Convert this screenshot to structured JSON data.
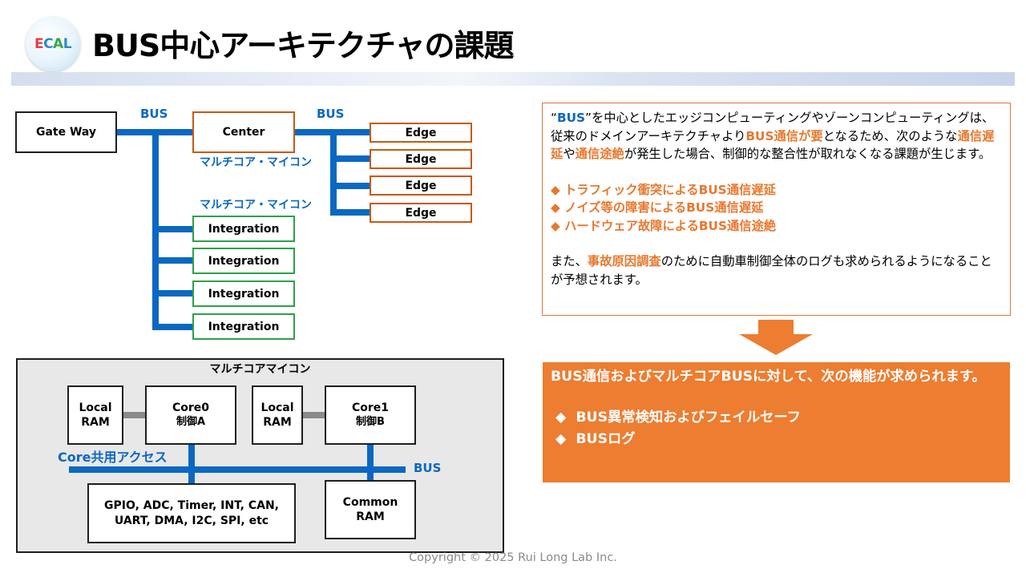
{
  "logo": {
    "letters": [
      "E",
      "C",
      "A",
      "L"
    ],
    "colors": [
      "#e43f3f",
      "#2e88d0",
      "#37a84a",
      "#2e88d0"
    ]
  },
  "slide": {
    "title": "BUS中心アーキテクチャの課題"
  },
  "diagram": {
    "bus_label": "BUS",
    "gateway": "Gate Way",
    "center": "Center",
    "edges": [
      "Edge",
      "Edge",
      "Edge",
      "Edge"
    ],
    "multicore_label": "マルチコア・マイコン",
    "integrations": [
      "Integration",
      "Integration",
      "Integration",
      "Integration"
    ]
  },
  "multicore": {
    "title": "マルチコアマイコン",
    "local_ram": "Local RAM",
    "core0": {
      "name": "Core0",
      "sub": "制御A"
    },
    "core1": {
      "name": "Core1",
      "sub": "制御B"
    },
    "core_shared_access": "Core共用アクセス",
    "bus_label": "BUS",
    "peripherals": "GPIO, ADC, Timer, INT, CAN, UART, DMA, I2C, SPI, etc",
    "common_ram": "Common RAM"
  },
  "description": {
    "quote_open": "“",
    "bus": "BUS",
    "p1a": "”を中心としたエッジコンピューティングやゾーンコンピューティングは、従来のドメインアーキテクチャより",
    "p1b": "BUS通信が要",
    "p1c": "となるため、次のような",
    "p1d": "通信遅延",
    "p1e": "や",
    "p1f": "通信途絶",
    "p1g": "が発生した場合、制御的な整合性が取れなくなる課題が生じます。",
    "bullet_icon": "◆",
    "bullets": [
      "トラフィック衝突によるBUS通信遅延",
      "ノイズ等の障害によるBUS通信遅延",
      "ハードウェア故障によるBUS通信途絶"
    ],
    "p2a": "また、",
    "p2b": "事故原因調査",
    "p2c": "のために自動車制御全体のログも求められるようになることが予想されます。"
  },
  "result": {
    "heading": "BUS通信およびマルチコアBUSに対して、次の機能が求められます。",
    "bullet_icon": "◆",
    "items": [
      "BUS異常検知およびフェイルセーフ",
      "BUSログ"
    ]
  },
  "colors": {
    "bus": "#0b68c2",
    "accent": "#ed7d31",
    "center_border": "#c55a11",
    "integration_border": "#2ea04a"
  },
  "footer": {
    "copyright": "Copyright © 2025 Rui Long Lab Inc."
  }
}
